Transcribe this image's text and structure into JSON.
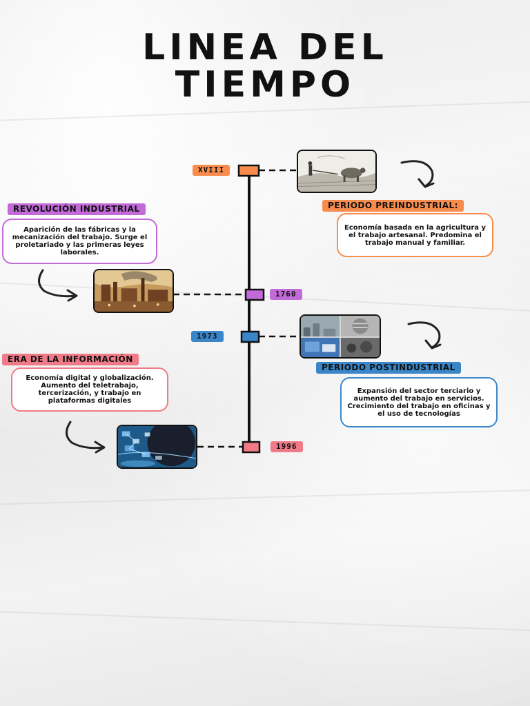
{
  "title": {
    "line1": "LINEA DEL",
    "line2": "TIEMPO"
  },
  "colors": {
    "orange": "#f98c4d",
    "purple": "#c16ad8",
    "blue": "#3a86c8",
    "pink": "#f07a87",
    "line": "#111111"
  },
  "events": [
    {
      "year": "XVIII",
      "heading": "PERIODO PREINDUSTRIAL:",
      "description": "Economía basada en la agricultura y el trabajo artesanal. Predomina el trabajo manual y familiar.",
      "image": "farming-engraving-image",
      "color": "orange"
    },
    {
      "year": "1760",
      "heading": "REVOLUCIÓN INDUSTRIAL",
      "description": "Aparición de las fábricas y la mecanización del trabajo. Surge el proletariado y las primeras leyes laborales.",
      "image": "factory-painting-image",
      "color": "purple"
    },
    {
      "year": "1973",
      "heading": "PERIODO POSTINDUSTRIAL",
      "description": "Expansión del sector terciario y aumento del trabajo en servicios. Crecimiento del trabajo en oficinas y el uso de tecnologías",
      "image": "services-collage-image",
      "color": "blue"
    },
    {
      "year": "1996",
      "heading": "ERA DE LA INFORMACIÓN",
      "description": "Economía digital y globalización. Aumento del teletrabajo, tercerización, y trabajo en plataformas digitales",
      "image": "digital-network-image",
      "color": "pink"
    }
  ]
}
